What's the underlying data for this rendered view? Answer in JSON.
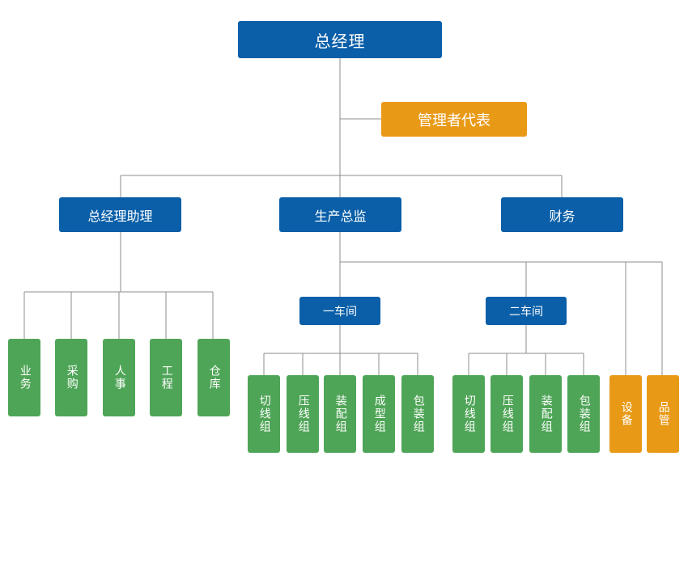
{
  "org": {
    "ceo": "总经理",
    "management_representative": "管理者代表",
    "gm_assistant": "总经理助理",
    "production_director": "生产总监",
    "finance": "财务",
    "workshop_1": "一车间",
    "workshop_2": "二车间",
    "assistant_depts": [
      "业务",
      "采购",
      "人事",
      "工程",
      "仓库"
    ],
    "workshop_1_groups": [
      "切线组",
      "压线组",
      "装配组",
      "成型组",
      "包装组"
    ],
    "workshop_2_groups": [
      "切线组",
      "压线组",
      "装配组",
      "包装组"
    ],
    "equipment": "设备",
    "quality": "品管"
  },
  "colors": {
    "blue": "#0a5fa8",
    "orange": "#e89a17",
    "green": "#4fa557",
    "connector": "#8c8c8c"
  }
}
